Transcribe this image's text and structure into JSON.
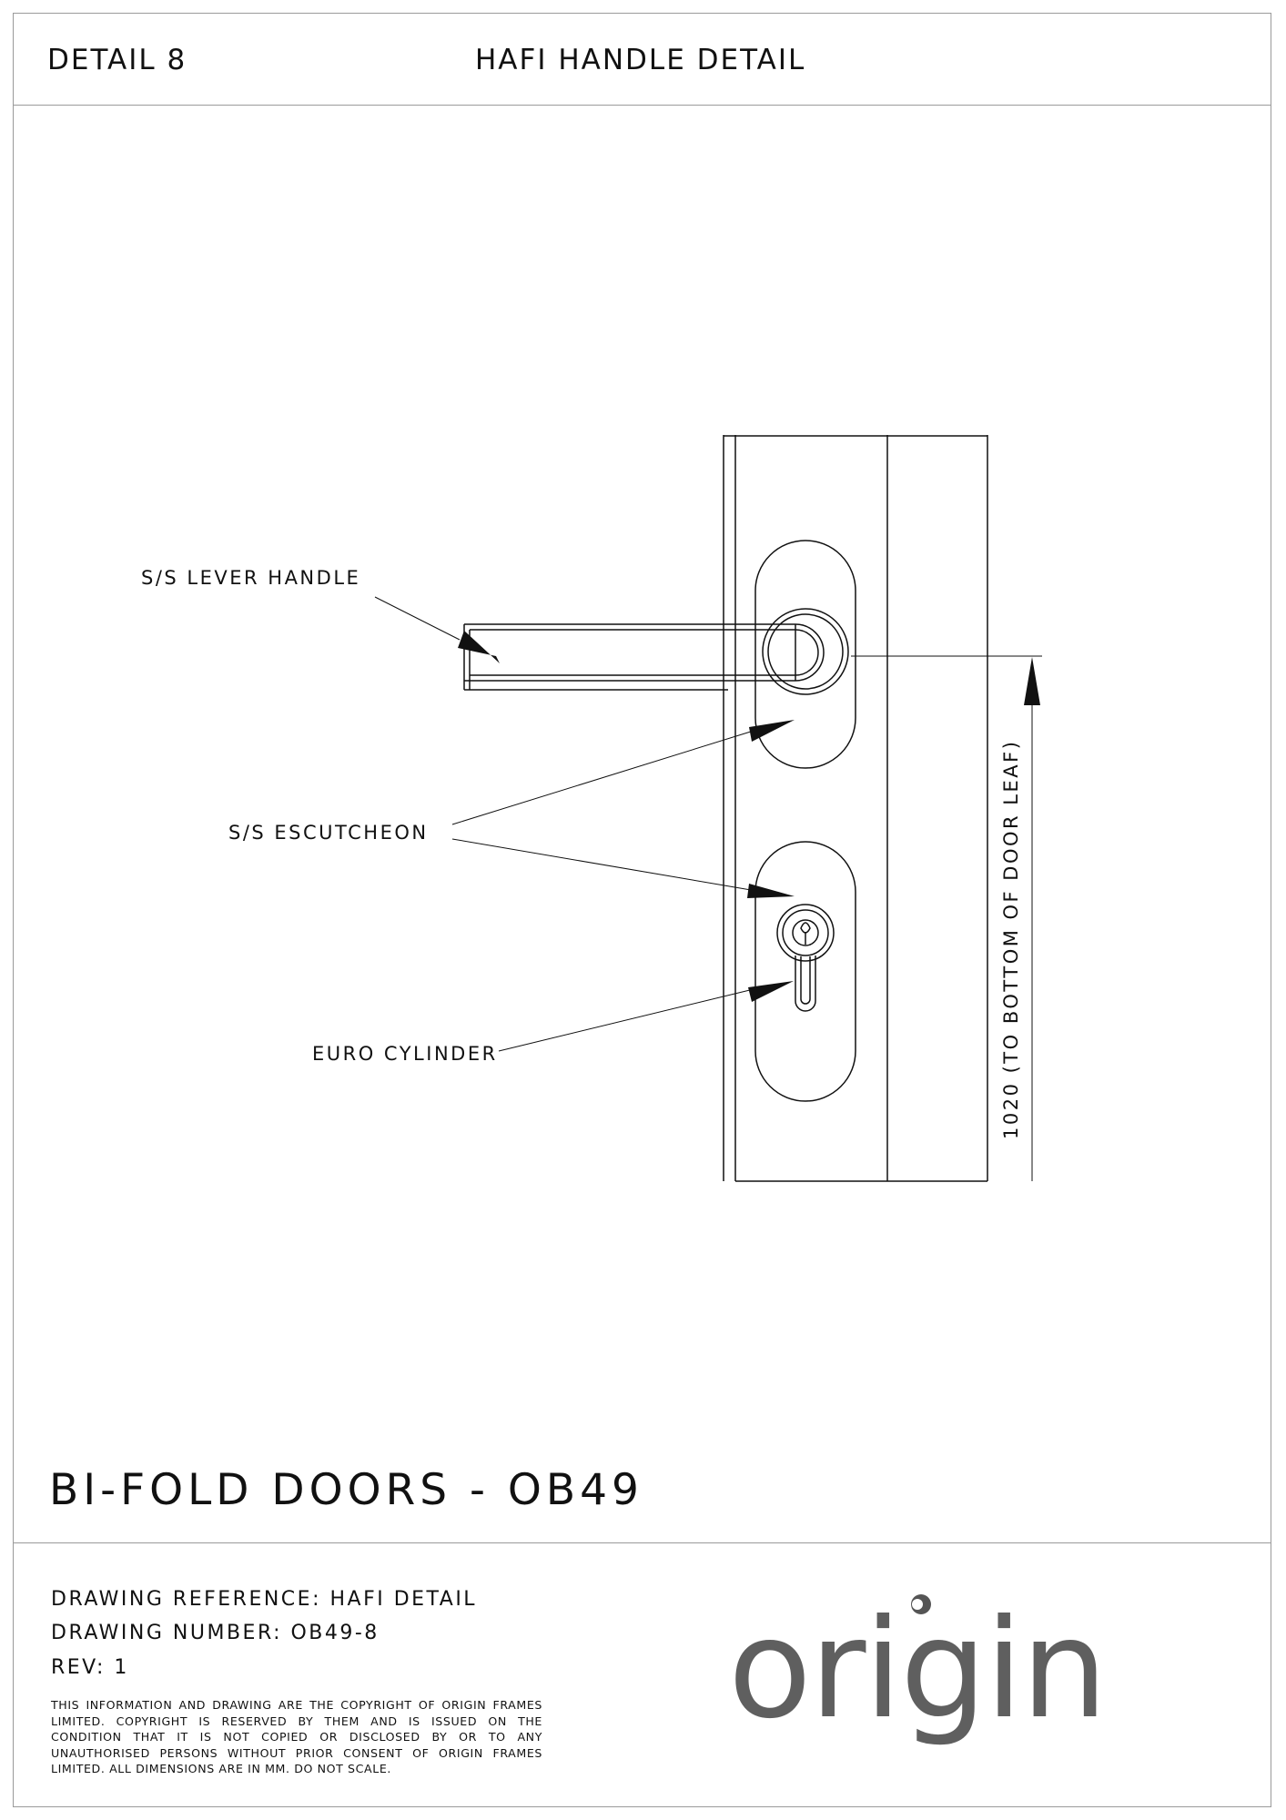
{
  "header": {
    "detail_label": "DETAIL 8",
    "title": "HAFI HANDLE DETAIL"
  },
  "drawing": {
    "callouts": {
      "lever_handle": "S/S LEVER HANDLE",
      "escutcheon": "S/S ESCUTCHEON",
      "euro_cylinder": "EURO CYLINDER"
    },
    "dimension_label": "1020 (TO BOTTOM OF DOOR LEAF)"
  },
  "project": {
    "title": "BI-FOLD DOORS - OB49"
  },
  "title_block": {
    "drawing_reference": "DRAWING REFERENCE: HAFI DETAIL",
    "drawing_number": "DRAWING NUMBER: OB49-8",
    "revision": "REV: 1",
    "copyright": "THIS INFORMATION AND DRAWING ARE THE COPYRIGHT OF ORIGIN FRAMES LIMITED. COPYRIGHT IS RESERVED BY THEM AND IS ISSUED ON THE CONDITION THAT IT IS NOT COPIED OR DISCLOSED BY OR TO ANY UNAUTHORISED PERSONS WITHOUT PRIOR CONSENT OF ORIGIN FRAMES LIMITED. ALL DIMENSIONS ARE IN MM. DO NOT SCALE.",
    "logo_text": "origin"
  },
  "colors": {
    "line": "#111111",
    "border": "#9a9a9a",
    "logo": "#5f5f5f",
    "logo_accent": "#555555"
  }
}
